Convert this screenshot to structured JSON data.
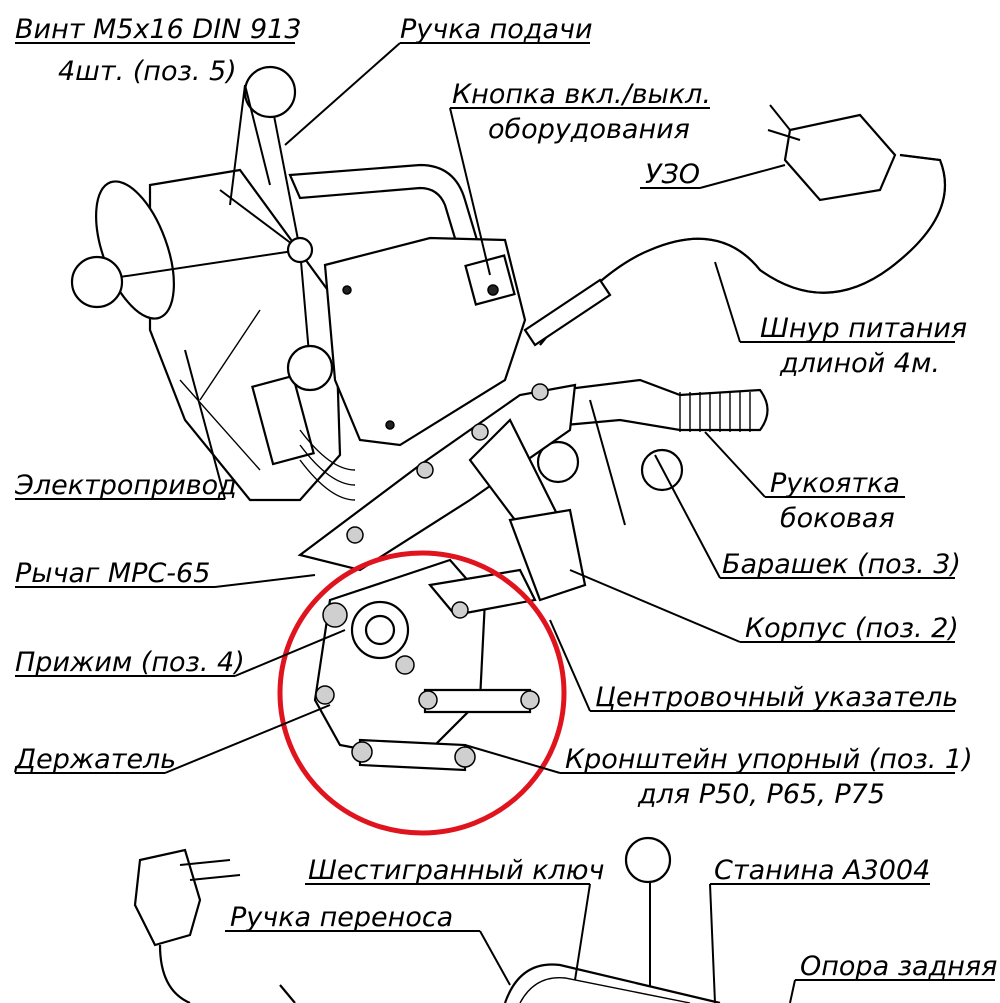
{
  "labels": {
    "screw": "Винт M5x16 DIN 913",
    "screw_qty": "4шт. (поз. 5)",
    "feed_handle": "Ручка подачи",
    "power_button_1": "Кнопка вкл./выкл.",
    "power_button_2": "оборудования",
    "rcd": "УЗО",
    "power_cord_1": "Шнур питания",
    "power_cord_2": "длиной 4м.",
    "motor": "Электропривод",
    "side_handle_1": "Рукоятка",
    "side_handle_2": "боковая",
    "lever": "Рычаг МРС-65",
    "wing_nut": "Барашек (поз. 3)",
    "housing": "Корпус (поз. 2)",
    "clamp": "Прижим (поз. 4)",
    "center_pointer": "Центровочный указатель",
    "holder": "Держатель",
    "bracket_1": "Кронштейн упорный (поз. 1)",
    "bracket_2": "для Р50, Р65, Р75",
    "hex_key": "Шестигранный ключ",
    "frame": "Станина А3004",
    "carry_handle": "Ручка переноса",
    "rear_support": "Опора задняя"
  },
  "colors": {
    "ink": "#000000",
    "highlight_circle": "#e0141e",
    "background": "#ffffff"
  }
}
